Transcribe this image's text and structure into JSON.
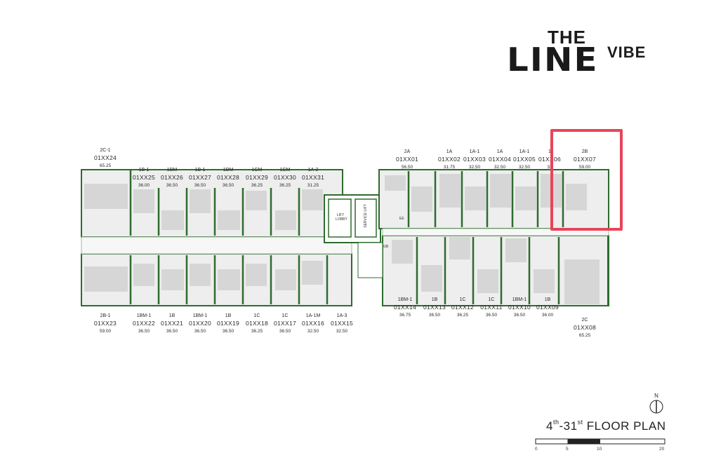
{
  "brand": {
    "the": "THE",
    "line": "LINE",
    "vibe": "VIBE"
  },
  "title": {
    "prefix": "4",
    "sup1": "th",
    "mid": "-31",
    "sup2": "st",
    "suffix": " FLOOR PLAN"
  },
  "north": "N",
  "scale": {
    "s0": "0",
    "s5": "5",
    "s10": "10",
    "s20": "20"
  },
  "core": {
    "lift_lobby": "LIFT LOBBY",
    "service_lift": "SERVICE LIFT",
    "ee": "EE",
    "gb": "GB"
  },
  "colors": {
    "wall": "#2f6b2f",
    "room": "#d6d6d6",
    "floor": "#eeeeee",
    "highlight": "#e8445a"
  },
  "units_top": [
    {
      "type": "2C-1",
      "code": "01XX24",
      "area": "65.25"
    },
    {
      "type": "1B-1",
      "code": "01XX25",
      "area": "36.00"
    },
    {
      "type": "1BM",
      "code": "01XX26",
      "area": "36.50"
    },
    {
      "type": "1B-1",
      "code": "01XX27",
      "area": "36.50"
    },
    {
      "type": "1BM",
      "code": "01XX28",
      "area": "36.50"
    },
    {
      "type": "1CM",
      "code": "01XX29",
      "area": "36.25"
    },
    {
      "type": "1CM",
      "code": "01XX30",
      "area": "36.25"
    },
    {
      "type": "1A-2",
      "code": "01XX31",
      "area": "31.25"
    },
    {
      "type": "2A",
      "code": "01XX01",
      "area": "56.50"
    },
    {
      "type": "1A",
      "code": "01XX02",
      "area": "31.75"
    },
    {
      "type": "1A-1",
      "code": "01XX03",
      "area": "32.50"
    },
    {
      "type": "1A",
      "code": "01XX04",
      "area": "32.50"
    },
    {
      "type": "1A-1",
      "code": "01XX05",
      "area": "32.50"
    },
    {
      "type": "1",
      "code": "01XX06",
      "area": "32"
    },
    {
      "type": "2B",
      "code": "01XX07",
      "area": "59.00"
    }
  ],
  "units_bottom": [
    {
      "type": "2B-1",
      "code": "01XX23",
      "area": "59.00"
    },
    {
      "type": "1BM-1",
      "code": "01XX22",
      "area": "36.50"
    },
    {
      "type": "1B",
      "code": "01XX21",
      "area": "36.50"
    },
    {
      "type": "1BM-1",
      "code": "01XX20",
      "area": "36.50"
    },
    {
      "type": "1B",
      "code": "01XX19",
      "area": "36.50"
    },
    {
      "type": "1C",
      "code": "01XX18",
      "area": "36.25"
    },
    {
      "type": "1C",
      "code": "01XX17",
      "area": "36.50"
    },
    {
      "type": "1A-1M",
      "code": "01XX16",
      "area": "32.50"
    },
    {
      "type": "1A-3",
      "code": "01XX15",
      "area": "32.50"
    },
    {
      "type": "1BM-1",
      "code": "01XX14",
      "area": "36.75"
    },
    {
      "type": "1B",
      "code": "01XX13",
      "area": "36.50"
    },
    {
      "type": "1C",
      "code": "01XX12",
      "area": "36.25"
    },
    {
      "type": "1C",
      "code": "01XX11",
      "area": "36.50"
    },
    {
      "type": "1BM-1",
      "code": "01XX10",
      "area": "36.50"
    },
    {
      "type": "1B",
      "code": "01XX09",
      "area": "36.00"
    },
    {
      "type": "2C",
      "code": "01XX08",
      "area": "65.25"
    }
  ]
}
